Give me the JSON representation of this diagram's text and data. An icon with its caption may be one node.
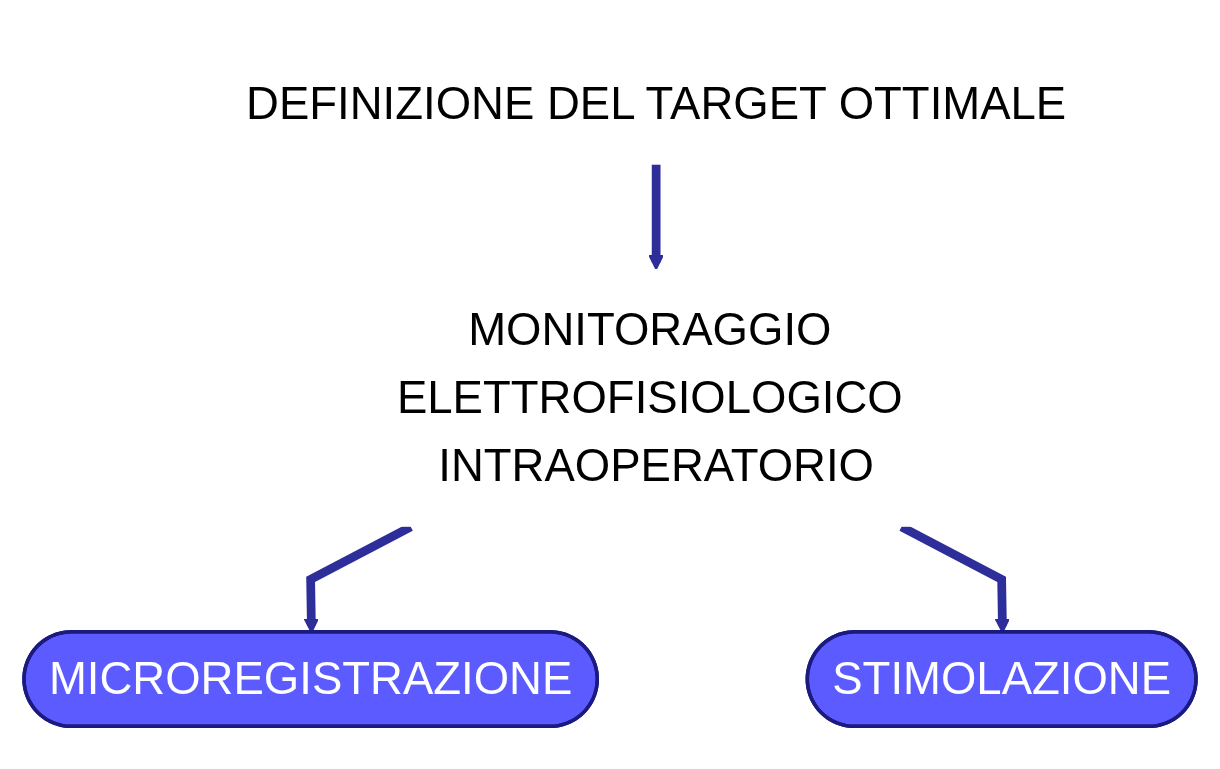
{
  "diagram": {
    "nodes": [
      {
        "text": [
          "DEFINIZIONE DEL TARGET OTTIMALE"
        ]
      },
      {
        "text": [
          "MONITORAGGIO ELETTROFISIOLOGICO INTRAOPERATORIO"
        ]
      },
      {
        "text": [
          "MICROREGISTRAZIONE"
        ]
      },
      {
        "text": [
          "STIMOLAZIONE"
        ]
      }
    ],
    "edges": [
      {
        "from": 0,
        "to": 1,
        "arrow": "to"
      },
      {
        "from": 1,
        "to": 2,
        "arrow": "to"
      },
      {
        "from": 1,
        "to": 3,
        "arrow": "to"
      }
    ]
  }
}
